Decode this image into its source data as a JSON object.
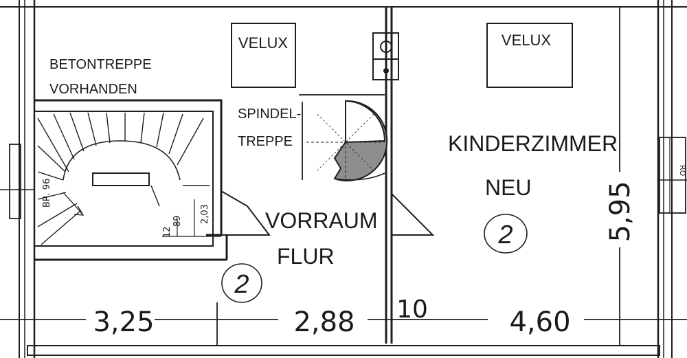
{
  "labels": {
    "betontreppe_line1": "BETONTREPPE",
    "betontreppe_line2": "VORHANDEN",
    "velux_left": "VELUX",
    "velux_right": "VELUX",
    "spindel_line1": "SPINDEL-",
    "spindel_line2": "TREPPE",
    "vorraum": "VORRAUM",
    "flur": "FLUR",
    "kinderzimmer": "KINDERZIMMER",
    "neu": "NEU",
    "room_number_left": "2",
    "room_number_right": "2",
    "stair_width": "BR. 96",
    "stair_dim_a": "12",
    "stair_dim_b": "89",
    "stair_dim_c": "2,03",
    "side_code": "RO"
  },
  "dimensions": {
    "width_left": "3,25",
    "width_middle": "2,88",
    "wall_thickness": "10",
    "width_right": "4,60",
    "height_right": "5,95"
  },
  "colors": {
    "ink": "#1e1e1e",
    "spiral_fill": "#8e8e8e",
    "paper": "#ffffff"
  }
}
